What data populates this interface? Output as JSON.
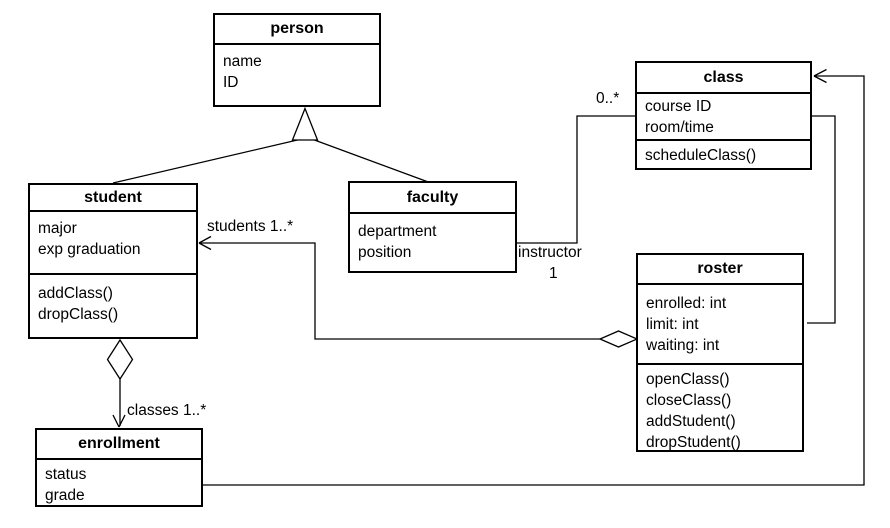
{
  "diagram": {
    "kind": "uml-class-diagram",
    "colors": {
      "background": "#ffffff",
      "line": "#000000",
      "box_fill": "#ffffff",
      "text": "#000000"
    }
  },
  "classes": {
    "person": {
      "name": "person",
      "attributes": [
        "name",
        "ID"
      ],
      "methods": []
    },
    "student": {
      "name": "student",
      "attributes": [
        "major",
        "exp graduation"
      ],
      "methods": [
        "addClass()",
        "dropClass()"
      ]
    },
    "faculty": {
      "name": "faculty",
      "attributes": [
        "department",
        "position"
      ],
      "methods": []
    },
    "class": {
      "name": "class",
      "attributes": [
        "course ID",
        "room/time"
      ],
      "methods": [
        "scheduleClass()"
      ]
    },
    "roster": {
      "name": "roster",
      "attributes": [
        "enrolled: int",
        "limit: int",
        "waiting: int"
      ],
      "methods": [
        "openClass()",
        "closeClass()",
        "addStudent()",
        "dropStudent()"
      ]
    },
    "enrollment": {
      "name": "enrollment",
      "attributes": [
        "status",
        "grade"
      ],
      "methods": []
    }
  },
  "edge_labels": {
    "class_multiplicity": "0..*",
    "instructor_role": "instructor",
    "instructor_multiplicity": "1",
    "students_multiplicity": "students 1..*",
    "classes_multiplicity": "classes 1..*"
  },
  "relationships": [
    {
      "type": "generalization",
      "parent": "person",
      "children": [
        "student",
        "faculty"
      ]
    },
    {
      "type": "association",
      "from": "faculty",
      "to": "class",
      "from_label": "instructor 1",
      "to_label": "0..*"
    },
    {
      "type": "association",
      "from": "class",
      "to": "roster"
    },
    {
      "type": "aggregation",
      "whole": "roster",
      "part": "student",
      "part_label": "students 1..*",
      "arrow_at": "student"
    },
    {
      "type": "aggregation",
      "whole": "student",
      "part": "enrollment",
      "part_label": "classes 1..*",
      "arrow_at": "enrollment"
    },
    {
      "type": "association",
      "from": "enrollment",
      "to": "class",
      "arrow_at": "class"
    }
  ]
}
